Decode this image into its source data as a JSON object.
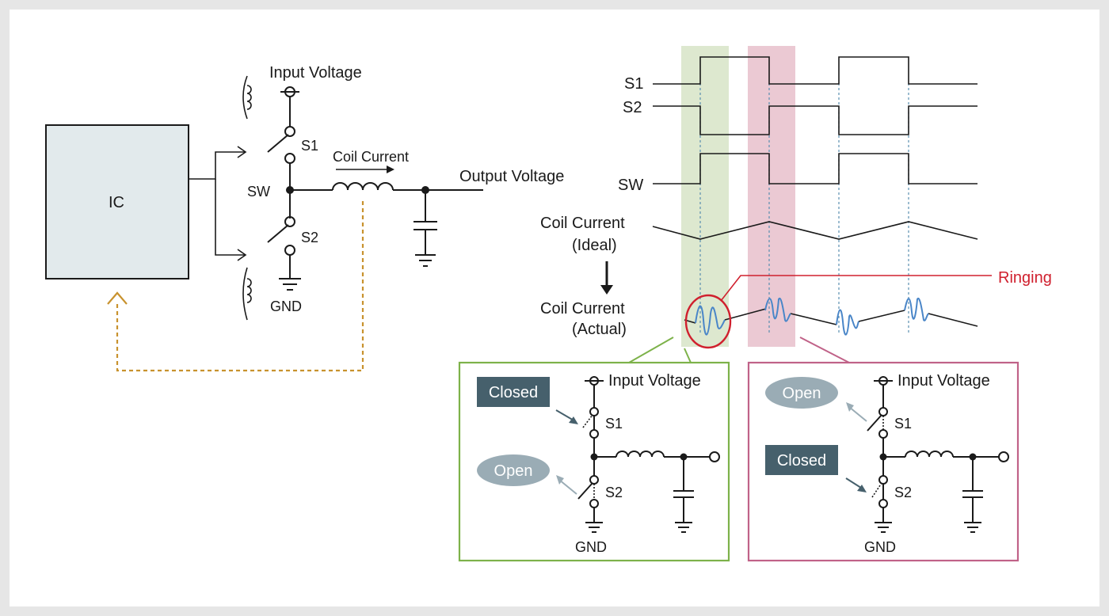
{
  "labels": {
    "ic": "IC",
    "input_voltage": "Input Voltage",
    "s1": "S1",
    "s2": "S2",
    "sw": "SW",
    "coil_current": "Coil Current",
    "output_voltage": "Output Voltage",
    "gnd": "GND"
  },
  "waveform": {
    "s1": "S1",
    "s2": "S2",
    "sw": "SW",
    "coil_ideal_1": "Coil Current",
    "coil_ideal_2": "(Ideal)",
    "coil_actual_1": "Coil Current",
    "coil_actual_2": "(Actual)",
    "ringing": "Ringing"
  },
  "inset_left": {
    "input_voltage": "Input Voltage",
    "s1": "S1",
    "s2": "S2",
    "gnd": "GND",
    "s1_state": "Closed",
    "s2_state": "Open"
  },
  "inset_right": {
    "input_voltage": "Input Voltage",
    "s1": "S1",
    "s2": "S2",
    "gnd": "GND",
    "s1_state": "Open",
    "s2_state": "Closed"
  },
  "colors": {
    "green_band": "#dde8cf",
    "pink_band": "#ebc9d3",
    "green_border": "#7db24a",
    "pink_border": "#c06288",
    "feedback": "#c8922e",
    "ringing": "#d0202e",
    "ic_fill": "#e2eaec",
    "closed_badge": "#46606c",
    "open_badge": "#9aacb5"
  }
}
